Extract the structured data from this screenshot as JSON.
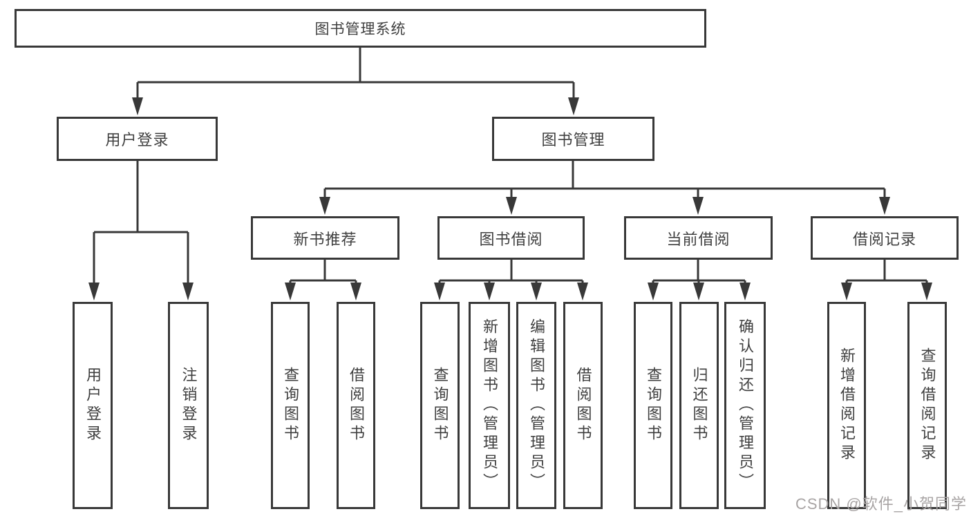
{
  "nodes": {
    "root": "图书管理系统",
    "user_login": "用户登录",
    "book_management": "图书管理",
    "new_book_recommend": "新书推荐",
    "book_borrowing": "图书借阅",
    "current_borrowing": "当前借阅",
    "borrowing_records": "借阅记录",
    "user_login_leaf": "用户登录",
    "logout_leaf": "注销登录",
    "nb_query_books": "查询图书",
    "nb_borrow_books": "借阅图书",
    "bb_query_books": "查询图书",
    "bb_add_books_admin": "新增图书（管理员）",
    "bb_edit_books_admin": "编辑图书（管理员）",
    "bb_borrow_books": "借阅图书",
    "cb_query_books": "查询图书",
    "cb_return_books": "归还图书",
    "cb_confirm_return_admin": "确认归还（管理员）",
    "br_add_record": "新增借阅记录",
    "br_query_record": "查询借阅记录"
  },
  "watermark": "CSDN @软件_小贺同学",
  "colors": {
    "line": "#383838",
    "text": "#3f3f3f",
    "watermark": "#a8a4a4",
    "background": "#ffffff"
  }
}
